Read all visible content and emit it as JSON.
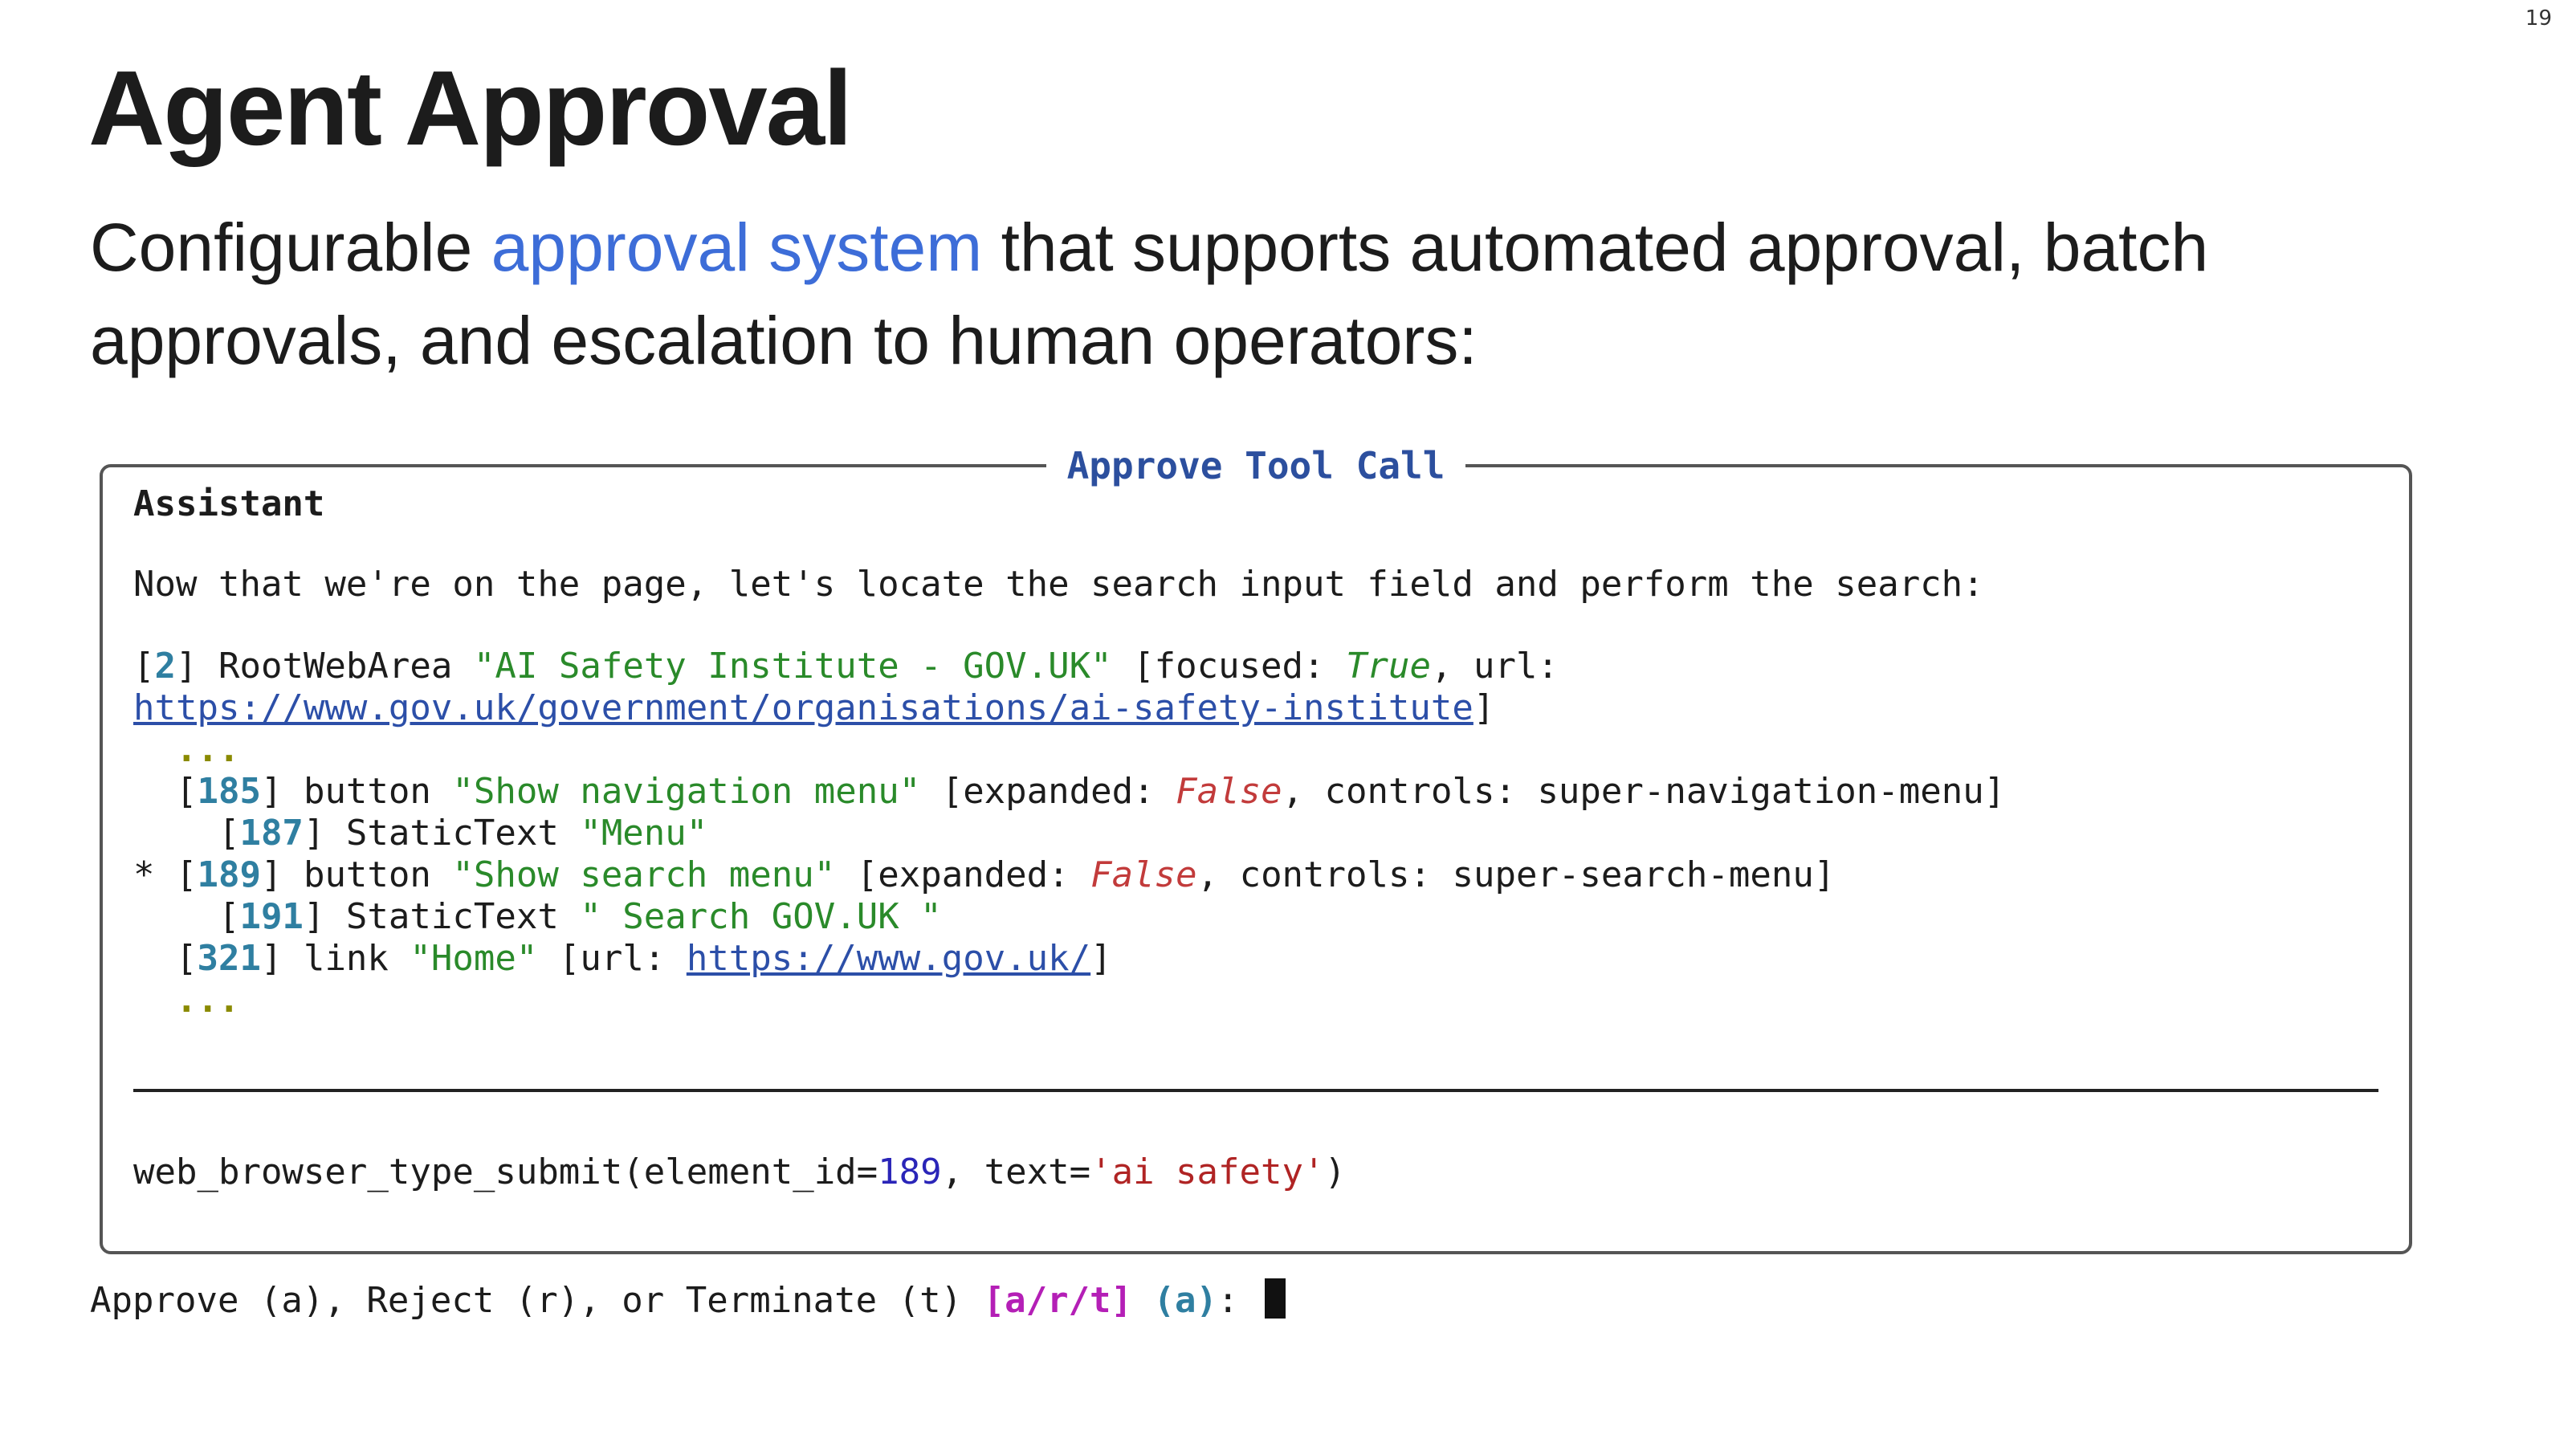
{
  "slide": {
    "page_number": "19",
    "title": "Agent Approval",
    "subtitle_pre": "Configurable ",
    "subtitle_link": "approval system",
    "subtitle_post": " that supports automated approval, batch approvals, and escalation to human operators:"
  },
  "panel": {
    "title": "Approve Tool Call",
    "role": "Assistant",
    "message": "Now that we're on the page, let's locate the search input field and perform the search:",
    "tree": {
      "root_id": "2",
      "root_type": "RootWebArea",
      "root_name": "\"AI Safety Institute - GOV.UK\"",
      "focused_key": "[focused: ",
      "focused_val": "True",
      "url_key": ", url:",
      "root_url": "https://www.gov.uk/government/organisations/ai-safety-institute",
      "ellipsis": "...",
      "n185_id": "185",
      "n185_type": "button",
      "n185_name": "\"Show navigation menu\"",
      "n185_expanded_key": "[expanded: ",
      "n185_expanded_val": "False",
      "n185_controls": ", controls: super-navigation-menu]",
      "n187_id": "187",
      "n187_type": "StaticText",
      "n187_name": "\"Menu\"",
      "marker": "*",
      "n189_id": "189",
      "n189_type": "button",
      "n189_name": "\"Show search menu\"",
      "n189_expanded_key": "[expanded: ",
      "n189_expanded_val": "False",
      "n189_controls": ", controls: super-search-menu]",
      "n191_id": "191",
      "n191_type": "StaticText",
      "n191_name": "\" Search GOV.UK \"",
      "n321_id": "321",
      "n321_type": "link",
      "n321_name": "\"Home\"",
      "n321_url_key": "[url: ",
      "n321_url": "https://www.gov.uk/"
    },
    "call": {
      "fn": "web_browser_type_submit(element_id=",
      "element_id": "189",
      "mid": ", text=",
      "text": "'ai safety'",
      "end": ")"
    }
  },
  "prompt": {
    "text": "Approve (a), Reject (r), or Terminate (t) ",
    "options": "[a/r/t]",
    "default": "(a)",
    "colon": ":"
  }
}
